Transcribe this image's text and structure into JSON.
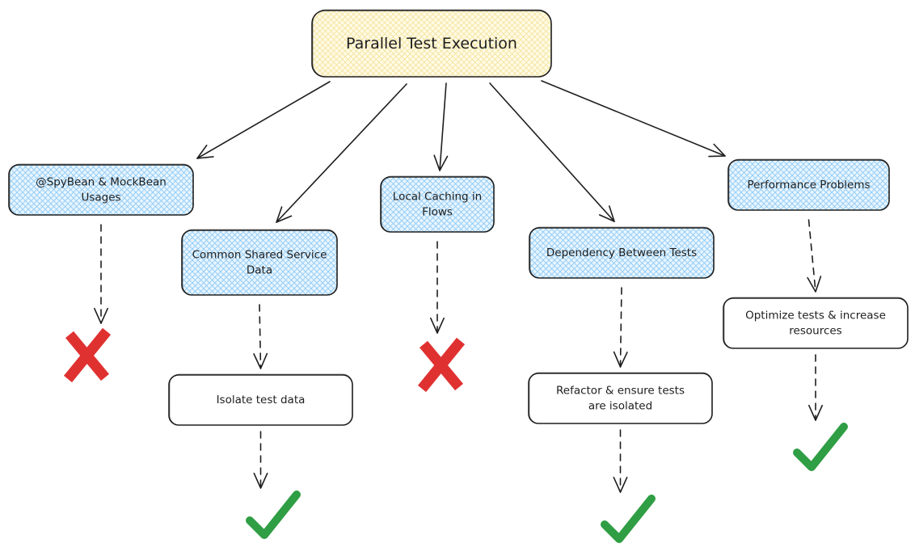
{
  "root": {
    "label": "Parallel Test Execution",
    "fill": "#fff3bf"
  },
  "branches": [
    {
      "id": "spybean",
      "problem": [
        "@SpyBean & MockBean",
        "Usages"
      ],
      "solution": null,
      "outcome": "cross"
    },
    {
      "id": "shared-data",
      "problem": [
        "Common Shared Service",
        "Data"
      ],
      "solution": [
        "Isolate test data"
      ],
      "outcome": "check"
    },
    {
      "id": "local-caching",
      "problem": [
        "Local Caching in",
        "Flows"
      ],
      "solution": null,
      "outcome": "cross"
    },
    {
      "id": "dependency",
      "problem": [
        "Dependency Between Tests"
      ],
      "solution": [
        "Refactor & ensure tests",
        "are isolated"
      ],
      "outcome": "check"
    },
    {
      "id": "performance",
      "problem": [
        "Performance Problems"
      ],
      "solution": [
        "Optimize tests & increase",
        "resources"
      ],
      "outcome": "check"
    }
  ],
  "colors": {
    "problem_fill": "#a5d8ff",
    "stroke": "#1e1e1e",
    "cross": "#e03131",
    "check": "#2f9e44"
  }
}
